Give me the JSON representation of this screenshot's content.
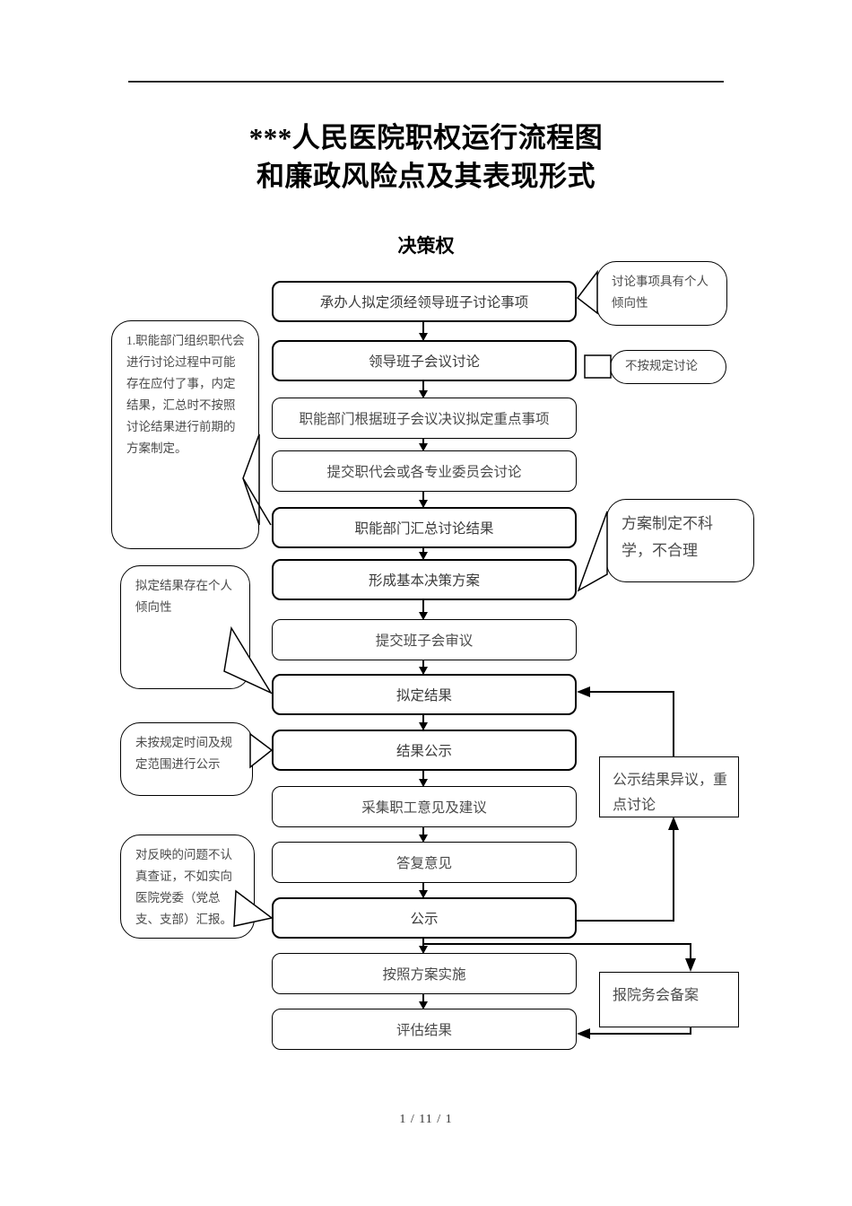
{
  "document": {
    "title_line1": "***人民医院职权运行流程图",
    "title_line2": "和廉政风险点及其表现形式",
    "section_title": "决策权",
    "footer": "1 / 11 / 1"
  },
  "flow": {
    "steps": [
      {
        "id": "step-1",
        "label": "承办人拟定须经领导班子讨论事项"
      },
      {
        "id": "step-2",
        "label": "领导班子会议讨论"
      },
      {
        "id": "step-3",
        "label": "职能部门根据班子会议决议拟定重点事项"
      },
      {
        "id": "step-4",
        "label": "提交职代会或各专业委员会讨论"
      },
      {
        "id": "step-5",
        "label": "职能部门汇总讨论结果"
      },
      {
        "id": "step-6",
        "label": "形成基本决策方案"
      },
      {
        "id": "step-7",
        "label": "提交班子会审议"
      },
      {
        "id": "step-8",
        "label": "拟定结果"
      },
      {
        "id": "step-9",
        "label": "结果公示"
      },
      {
        "id": "step-10",
        "label": "采集职工意见及建议"
      },
      {
        "id": "step-11",
        "label": "答复意见"
      },
      {
        "id": "step-12",
        "label": "公示"
      },
      {
        "id": "step-13",
        "label": "按照方案实施"
      },
      {
        "id": "step-14",
        "label": "评估结果"
      }
    ]
  },
  "risk_notes_left": [
    {
      "id": "risk-left-1",
      "text": "1.职能部门组织职代会进行讨论过程中可能存在应付了事，内定结果，汇总时不按照讨论结果进行前期的方案制定。"
    },
    {
      "id": "risk-left-2",
      "text": "拟定结果存在个人倾向性"
    },
    {
      "id": "risk-left-3",
      "text": "未按规定时间及规定范围进行公示"
    },
    {
      "id": "risk-left-4",
      "text": "对反映的问题不认真查证，不如实向医院党委（党总支、支部）汇报。"
    }
  ],
  "risk_notes_right": [
    {
      "id": "risk-right-1",
      "text": "讨论事项具有个人倾向性"
    },
    {
      "id": "risk-right-2",
      "text": "不按规定讨论"
    },
    {
      "id": "risk-right-3",
      "text": "方案制定不科学，不合理"
    }
  ],
  "side_boxes": [
    {
      "id": "side-box-1",
      "text": "公示结果异议，重点讨论"
    },
    {
      "id": "side-box-2",
      "text": "报院务会备案"
    }
  ],
  "colors": {
    "ink": "#000000",
    "text": "#4a4a4a",
    "rule": "#2b2b2b",
    "page": "#ffffff"
  }
}
